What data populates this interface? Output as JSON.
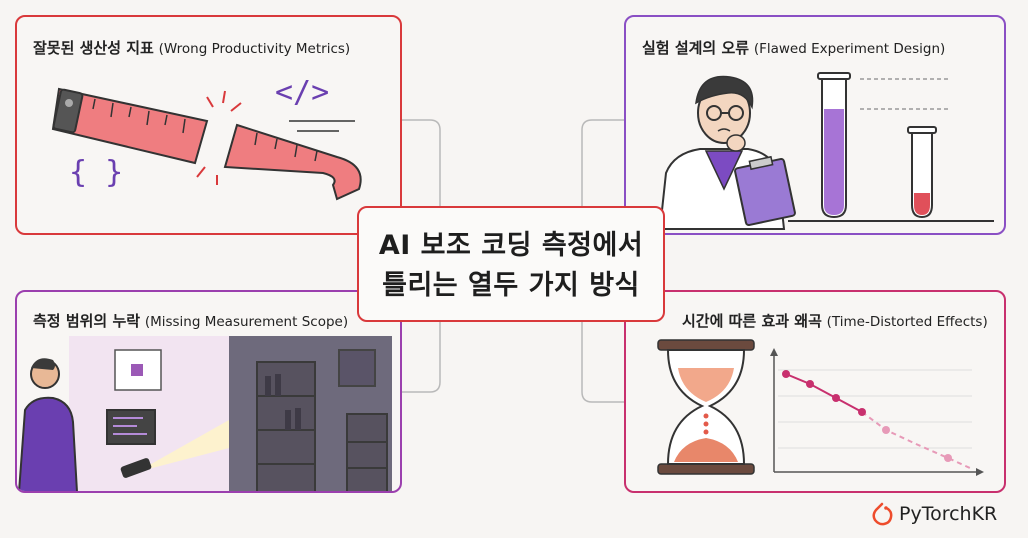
{
  "center": {
    "line1": "AI 보조 코딩 측정에서",
    "line2": "틀리는 열두 가지 방식"
  },
  "cards": {
    "top_left": {
      "title_ko": "잘못된 생산성 지표",
      "title_en": "(Wrong Productivity Metrics)",
      "accent": "#d9393b"
    },
    "top_right": {
      "title_ko": "실험 설계의 오류",
      "title_en": "(Flawed Experiment Design)",
      "accent": "#8a4fc4"
    },
    "bottom_left": {
      "title_ko": "측정 범위의 누락",
      "title_en": "(Missing Measurement Scope)",
      "accent": "#9b3fae"
    },
    "bottom_right": {
      "title_ko": "시간에 따른 효과 왜곡",
      "title_en": "(Time-Distorted Effects)",
      "accent": "#c8306e"
    }
  },
  "illustrations": {
    "code_tag": "</>",
    "braces": "{ }"
  },
  "brand": {
    "name": "PyTorchKR",
    "color": "#ee4c2c"
  }
}
